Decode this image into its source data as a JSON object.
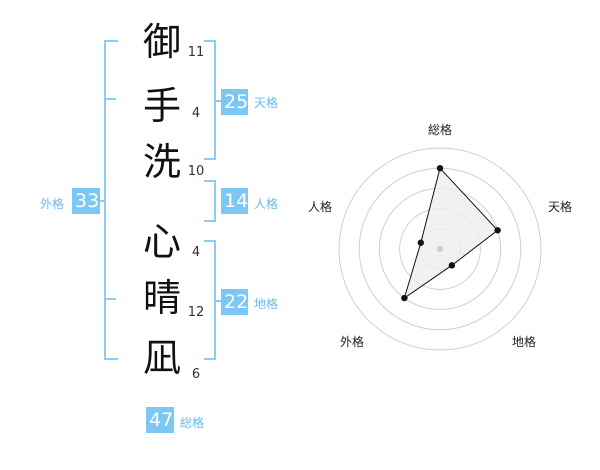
{
  "name": {
    "characters": [
      "御",
      "手",
      "洗",
      "心",
      "晴",
      "凪"
    ],
    "strokes": [
      "11",
      "4",
      "10",
      "4",
      "12",
      "6"
    ]
  },
  "kakusu": {
    "tenkaku": {
      "value": "25",
      "label": "天格"
    },
    "jinkaku": {
      "value": "14",
      "label": "人格"
    },
    "chikaku": {
      "value": "22",
      "label": "地格"
    },
    "gaikaku": {
      "value": "33",
      "label": "外格"
    },
    "soukaku": {
      "value": "47",
      "label": "総格"
    }
  },
  "radar": {
    "axes": [
      "総格",
      "天格",
      "地格",
      "外格",
      "人格"
    ],
    "levels": [
      4,
      3,
      1,
      3,
      1
    ],
    "max_level": 5,
    "colors": {
      "line": "#111111",
      "fill": "#eeeeee",
      "grid": "#cfcfcf",
      "accent": "#7cc7f4"
    }
  }
}
